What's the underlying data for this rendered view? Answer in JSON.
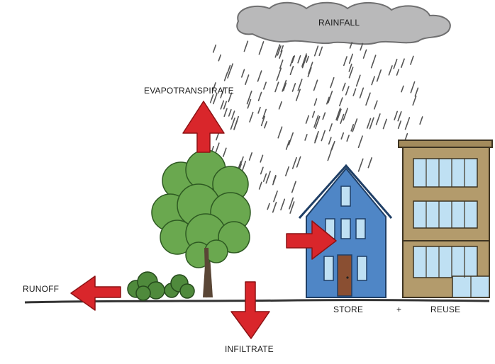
{
  "labels": {
    "rainfall": "RAINFALL",
    "evapotranspirate": "EVAPOTRANSPIRATE",
    "runoff": "RUNOFF",
    "infiltrate": "INFILTRATE",
    "store": "STORE",
    "plus": "+",
    "reuse": "REUSE"
  },
  "colors": {
    "arrow": "#d9262b",
    "cloud": "#b9b9ba",
    "house": "#4f86c6",
    "building": "#b39b6c",
    "window": "#bfe0f3",
    "tree": "#6aa84f",
    "trunk": "#5a4636",
    "ground": "#333333"
  }
}
